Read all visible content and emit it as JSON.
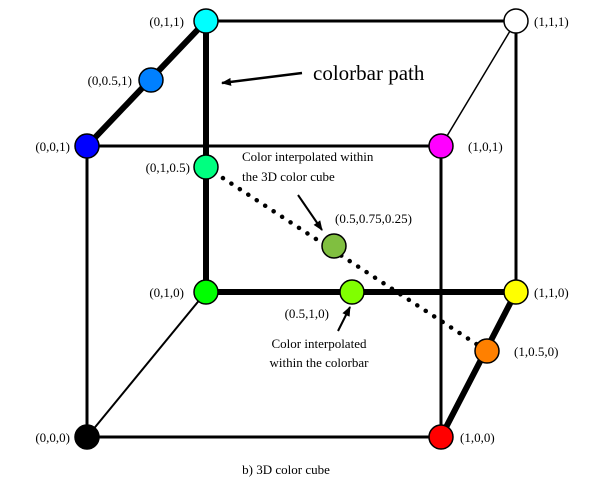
{
  "figure": {
    "caption": "b) 3D color cube",
    "path_label": "colorbar path",
    "cube_annotation_lines": [
      "Color interpolated within",
      "the 3D color cube"
    ],
    "bar_annotation_lines": [
      "Color interpolated",
      "within the colorbar"
    ]
  },
  "nodes": [
    {
      "key": "n000",
      "label": "(0,0,0)",
      "color": "#000000"
    },
    {
      "key": "n100",
      "label": "(1,0,0)",
      "color": "#ff0000"
    },
    {
      "key": "n010",
      "label": "(0,1,0)",
      "color": "#00ff00"
    },
    {
      "key": "n110",
      "label": "(1,1,0)",
      "color": "#ffff00"
    },
    {
      "key": "n001",
      "label": "(0,0,1)",
      "color": "#0000ff"
    },
    {
      "key": "n101",
      "label": "(1,0,1)",
      "color": "#ff00ff"
    },
    {
      "key": "n011",
      "label": "(0,1,1)",
      "color": "#00ffff"
    },
    {
      "key": "n111",
      "label": "(1,1,1)",
      "color": "#ffffff"
    },
    {
      "key": "n0051",
      "label": "(0,0.5,1)",
      "color": "#0080ff"
    },
    {
      "key": "n0105",
      "label": "(0,1,0.5)",
      "color": "#00ff80"
    },
    {
      "key": "n0510",
      "label": "(0.5,1,0)",
      "color": "#80ff00"
    },
    {
      "key": "n1050",
      "label": "(1,0.5,0)",
      "color": "#ff8000"
    },
    {
      "key": "nmid",
      "label": "(0.5,0.75,0.25)",
      "color": "#80bf40"
    }
  ]
}
